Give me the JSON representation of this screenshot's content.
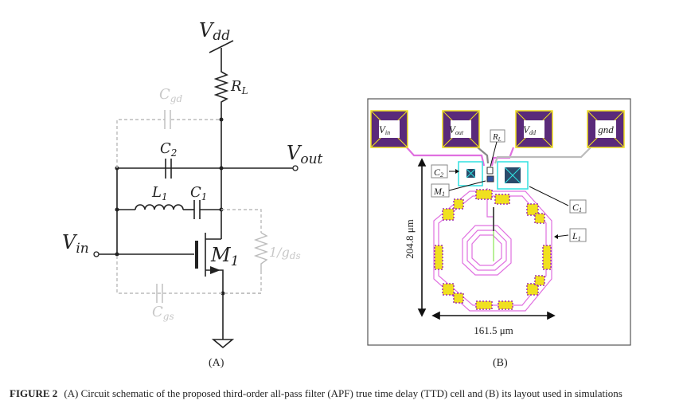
{
  "panel_a": {
    "label": "(A)",
    "title": "Circuit schematic",
    "nodes": {
      "vdd": {
        "main": "V",
        "sub": "dd"
      },
      "vout": {
        "main": "V",
        "sub": "out"
      },
      "vin": {
        "main": "V",
        "sub": "in"
      }
    },
    "components": {
      "rl": {
        "main": "R",
        "sub": "L"
      },
      "c2": {
        "main": "C",
        "sub": "2"
      },
      "l1": {
        "main": "L",
        "sub": "1"
      },
      "c1": {
        "main": "C",
        "sub": "1"
      },
      "m1": {
        "main": "M",
        "sub": "1"
      }
    },
    "parasitics": {
      "cgd": {
        "main": "C",
        "sub": "gd"
      },
      "cgs": {
        "main": "C",
        "sub": "gs"
      },
      "gds": {
        "main": "1/g",
        "sub": "ds"
      }
    },
    "colors": {
      "wire": "#222222",
      "parasitic": "#bbbbbb"
    }
  },
  "panel_b": {
    "label": "(B)",
    "pads": [
      "V_in",
      "V_out",
      "V_dd",
      "gnd"
    ],
    "pad_labels": [
      {
        "main": "V",
        "sub": "in"
      },
      {
        "main": "V",
        "sub": "out"
      },
      {
        "main": "V",
        "sub": "dd"
      },
      {
        "main": "gnd",
        "sub": ""
      }
    ],
    "callouts": {
      "rl": {
        "main": "R",
        "sub": "L"
      },
      "c2": {
        "main": "C",
        "sub": "2"
      },
      "m1": {
        "main": "M",
        "sub": "1"
      },
      "c1": {
        "main": "C",
        "sub": "1"
      },
      "l1": {
        "main": "L",
        "sub": "1"
      }
    },
    "dimensions": {
      "height": "204.8 μm",
      "width": "161.5 μm"
    },
    "colors": {
      "pad": "#5a2a7a",
      "pad_border": "#f0e020",
      "metal": "#e070e0",
      "cap": "#30e0e0",
      "via": "#f0e020"
    }
  },
  "caption": {
    "figure_label": "FIGURE 2",
    "text": "(A) Circuit schematic of the proposed third-order all-pass filter (APF) true time delay (TTD) cell and (B) its layout used in simulations"
  }
}
